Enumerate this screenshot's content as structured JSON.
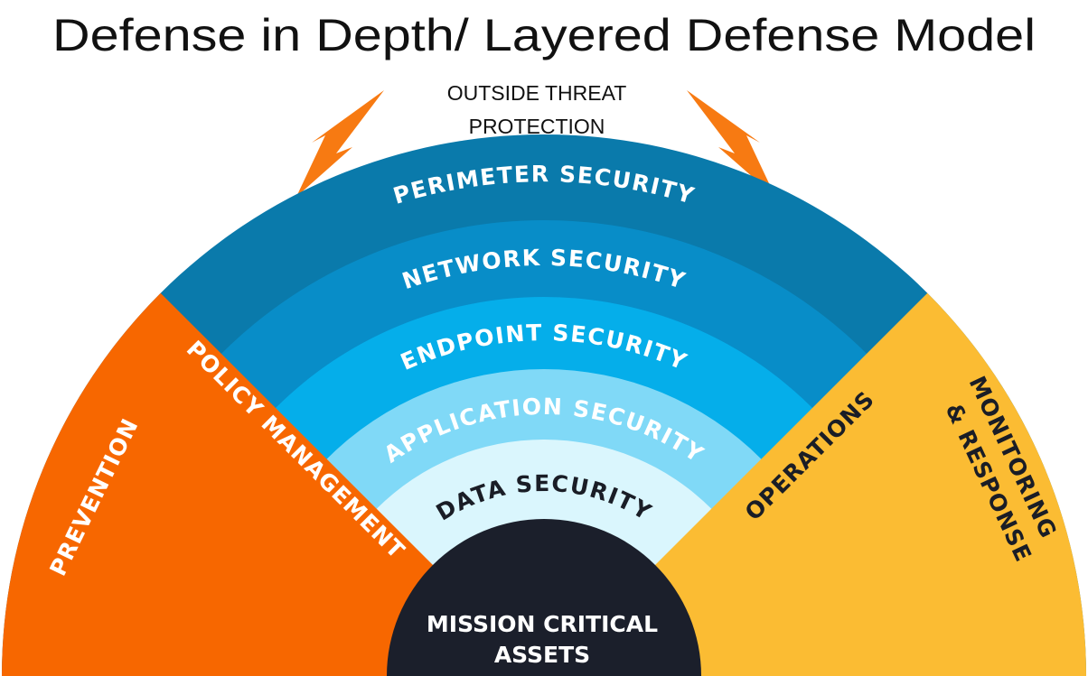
{
  "title": "Defense in Depth/ Layered Defense Model",
  "threat_label": {
    "line1": "OUTSIDE THREAT",
    "line2": "PROTECTION"
  },
  "layers": [
    {
      "label": "PERIMETER SECURITY",
      "color": "#0a7aab",
      "text_color": "#ffffff"
    },
    {
      "label": "NETWORK SECURITY",
      "color": "#088dc8",
      "text_color": "#ffffff"
    },
    {
      "label": "ENDPOINT SECURITY",
      "color": "#05aeea",
      "text_color": "#ffffff"
    },
    {
      "label": "APPLICATION SECURITY",
      "color": "#80d9f7",
      "text_color": "#ffffff"
    },
    {
      "label": "DATA SECURITY",
      "color": "#daf6fd",
      "text_color": "#1a1d26"
    }
  ],
  "left_wedge": {
    "outer_label": "PREVENTION",
    "inner_label": "POLICY MANAGEMENT",
    "color": "#f76700"
  },
  "right_wedge": {
    "inner_label": "OPERATIONS",
    "outer_label_line1": "MONITORING",
    "outer_label_line2": "& RESPONSE",
    "color": "#fbbc33"
  },
  "core": {
    "line1": "MISSION CRITICAL",
    "line2": "ASSETS",
    "color": "#1b1f2b"
  },
  "bolt_color": "#f77a12"
}
